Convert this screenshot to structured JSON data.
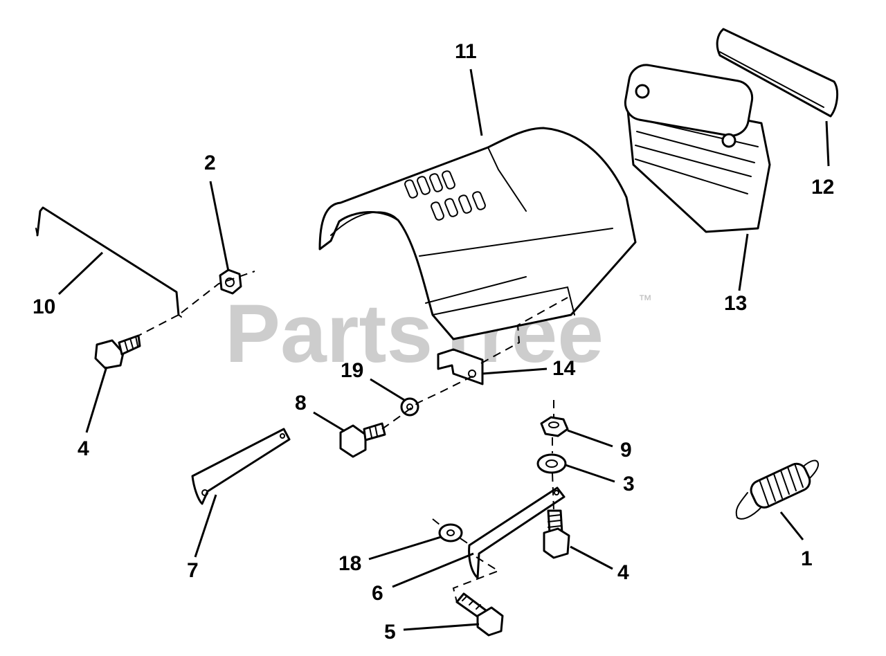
{
  "watermark": {
    "text": "PartsTree",
    "mark": "™"
  },
  "callouts": [
    "11",
    "12",
    "13",
    "2",
    "10",
    "4",
    "19",
    "14",
    "8",
    "9",
    "3",
    "7",
    "18",
    "4",
    "6",
    "1",
    "5"
  ]
}
